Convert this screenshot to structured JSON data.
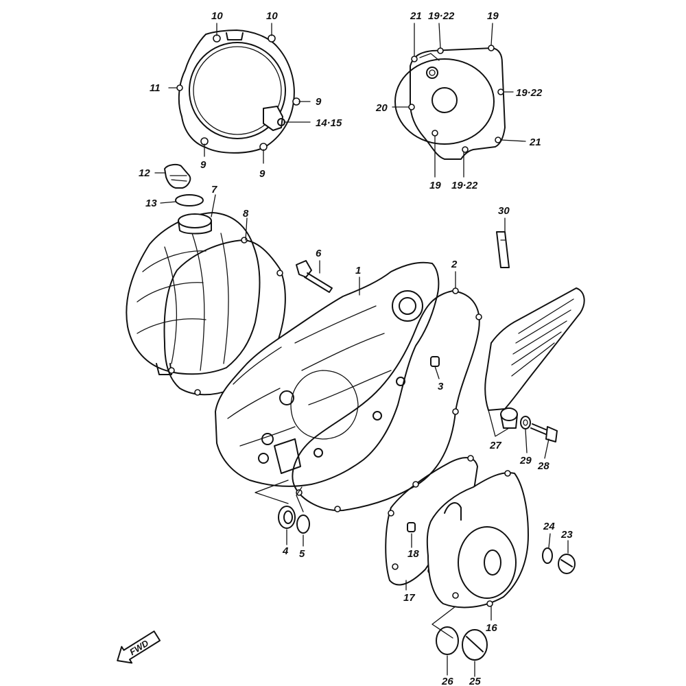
{
  "labels": {
    "l1": "1",
    "l2": "2",
    "l3": "3",
    "l4": "4",
    "l5": "5",
    "l6": "6",
    "l7": "7",
    "l8": "8",
    "l9a": "9",
    "l9b": "9",
    "l9c": "9",
    "l10a": "10",
    "l10b": "10",
    "l11": "11",
    "l12": "12",
    "l13": "13",
    "l1415": "14·15",
    "l16": "16",
    "l17": "17",
    "l18": "18",
    "l19a": "19",
    "l1922a": "19·22",
    "l1922b": "19·22",
    "l19b": "19",
    "l1922c": "19·22",
    "l20": "20",
    "l21a": "21",
    "l21b": "21",
    "l23": "23",
    "l24": "24",
    "l25": "25",
    "l26": "26",
    "l27": "27",
    "l28": "28",
    "l29": "29",
    "l30": "30"
  },
  "fwd_label": "FWD"
}
